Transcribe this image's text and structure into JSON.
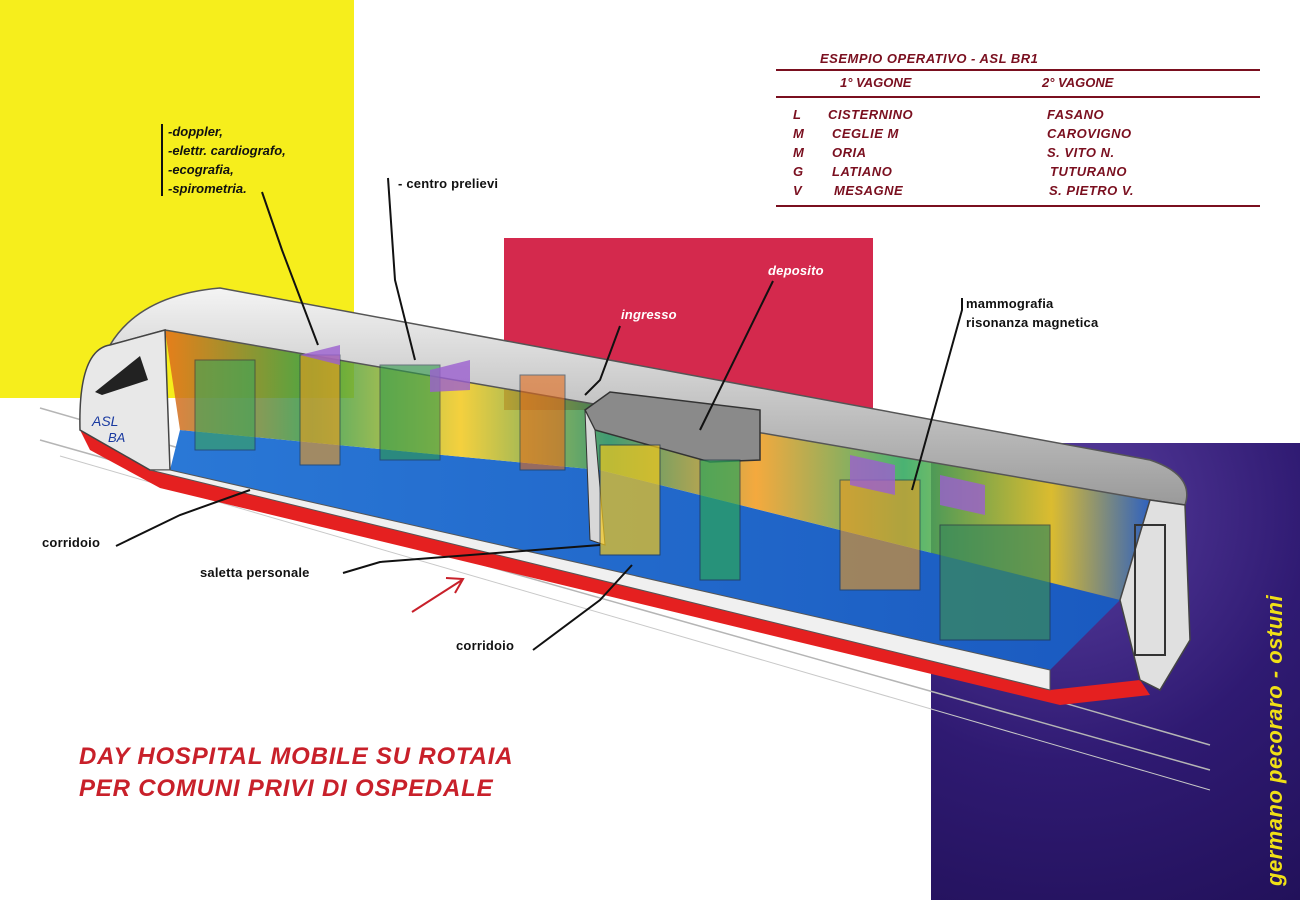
{
  "annotations": {
    "equipment": [
      "-doppler,",
      "-elettr. cardiografo,",
      "-ecografia,",
      "-spirometria."
    ],
    "centro_prelievi": "- centro prelievi",
    "deposito": "deposito",
    "ingresso": "ingresso",
    "mammografia": "mammografia",
    "risonanza": "risonanza magnetica",
    "corridoio_left": "corridoio",
    "saletta": "saletta personale",
    "corridoio_bottom": "corridoio",
    "train_logo_1": "ASL",
    "train_logo_2": "BA"
  },
  "table": {
    "title": "ESEMPIO OPERATIVO - ASL BR1",
    "col1": "1° VAGONE",
    "col2": "2° VAGONE",
    "rows": [
      {
        "day": "L",
        "c1": "CISTERNINO",
        "c2": "FASANO"
      },
      {
        "day": "M",
        "c1": "CEGLIE M",
        "c2": "CAROVIGNO"
      },
      {
        "day": "M",
        "c1": "ORIA",
        "c2": "S. VITO N."
      },
      {
        "day": "G",
        "c1": "LATIANO",
        "c2": "TUTURANO"
      },
      {
        "day": "V",
        "c1": "MESAGNE",
        "c2": "S. PIETRO V."
      }
    ]
  },
  "footer": {
    "line1": "DAY HOSPITAL MOBILE SU ROTAIA",
    "line2": "PER COMUNI PRIVI DI OSPEDALE"
  },
  "author": "germano pecoraro - ostuni",
  "colors": {
    "yellow_panel": "#f6ee1c",
    "red_panel": "#d4294d",
    "purple_panel": "#2f1a72",
    "table_text": "#7a0f1f",
    "footer_text": "#c8202a",
    "author_text": "#f0e016"
  }
}
